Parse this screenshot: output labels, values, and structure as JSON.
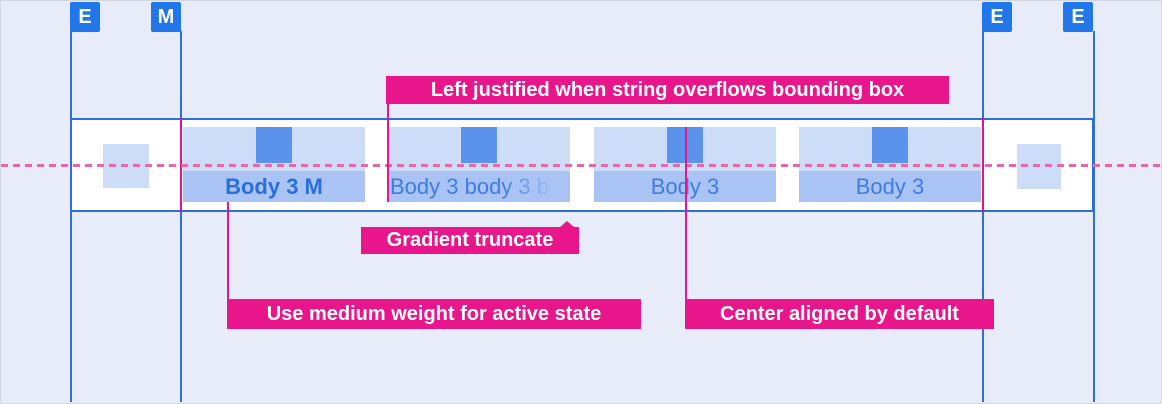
{
  "chips": [
    {
      "label": "E"
    },
    {
      "label": "M"
    },
    {
      "label": "E"
    },
    {
      "label": "E"
    }
  ],
  "tabs": [
    {
      "label": "Body 3 M",
      "state": "active",
      "alignment": "center"
    },
    {
      "label": "Body 3 body 3 b",
      "state": "default",
      "alignment": "left",
      "truncation": "gradient"
    },
    {
      "label": "Body 3",
      "state": "default",
      "alignment": "center"
    },
    {
      "label": "Body 3",
      "state": "default",
      "alignment": "center"
    }
  ],
  "annotations": {
    "left_justified": "Left justified when string overflows bounding box",
    "gradient_truncate": "Gradient truncate",
    "medium_weight": "Use medium weight for active state",
    "center_aligned": "Center aligned by default"
  },
  "colors": {
    "background": "#e8ecf9",
    "chip_blue": "#2176e9",
    "guide_line_blue": "#2e70d8",
    "bar_border_blue": "#2c6fd8",
    "tab_top_bg": "#cdddf8",
    "tab_tile_bg": "#a9c3f5",
    "icon_blue": "#5a92ec",
    "tab_text_blue": "#3f7cdf",
    "tab_text_active_blue": "#2a6fd8",
    "annotation_magenta": "#e8158b",
    "dashed_line_pink": "#ee64ab"
  }
}
